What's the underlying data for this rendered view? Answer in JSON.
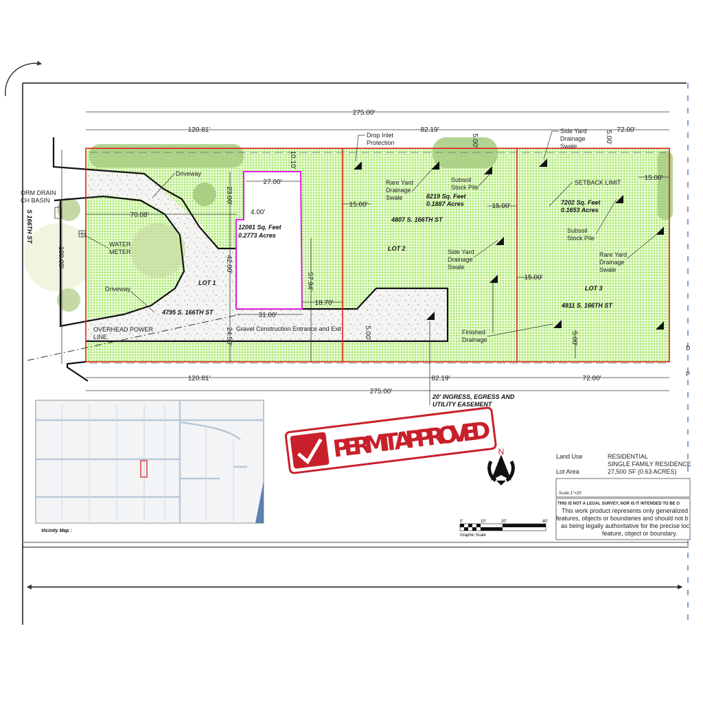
{
  "dimensions": {
    "total_top": "275.00'",
    "total_bottom": "275.00'",
    "lot1_width_top": "120.81'",
    "lot2_width_top": "82.19'",
    "lot3_width_top": "72.00'",
    "lot1_width_bottom": "120.81'",
    "lot2_width_bottom": "82.19'",
    "lot3_width_bottom": "72.00'",
    "depth": "100.00'",
    "driveway_offset": "70.08'",
    "house_width_top": "27.00'",
    "house_jog": "4.00'",
    "house_front_setback": "10.10'",
    "side_23": "23.00'",
    "side_42": "42.00'",
    "side_24": "24.50'",
    "house_depth": "57.94'",
    "house_side": "18.70'",
    "house_width_bottom": "31.00'",
    "lot2_left_setback": "15.00'",
    "lot2_right_setback": "15.00'",
    "lot2_top_setback": "5.00'",
    "lot3_left_setback": "15.00'",
    "lot3_right_setback": "15.00'",
    "lot3_top_setback": "5.00'",
    "lot3_bottom_setback": "5.00'",
    "gravel_setback": "5.00'"
  },
  "labels": {
    "storm_drain": "ORM DRAIN",
    "catch_basin": "CH BASIN",
    "street": "S 166TH ST",
    "water_meter_1": "WATER",
    "water_meter_2": "METER",
    "driveway_top": "Driveway",
    "driveway_bottom": "Driveway",
    "power_line_1": "OVERHEAD POWER",
    "power_line_2": "LINE",
    "gravel": "Gravel Construction Entrance and Exit",
    "drop_inlet_1": "Drop Inlet",
    "drop_inlet_2": "Protection",
    "rare_yard_1": [
      "Rare Yard",
      "Drainage",
      "Swale"
    ],
    "subsoil_1": [
      "Subsoil",
      "Stock Pile"
    ],
    "side_yard_2": [
      "Side Yard",
      "Drainage",
      "Swale"
    ],
    "finished": [
      "Finished",
      "Drainage"
    ],
    "side_yard_3": [
      "Side Yard",
      "Drainage",
      "Swale"
    ],
    "setback_limit": "SETBACK LIMIT",
    "subsoil_3": [
      "Subsoil",
      "Stock Pile"
    ],
    "rare_yard_3": [
      "Rare Yard",
      "Drainage",
      "Swale"
    ],
    "easement_1": "20' INGRESS, EGRESS AND",
    "easement_2": "UTILITY EASEMENT",
    "edge_d": "D",
    "edge_p": "P"
  },
  "lots": [
    {
      "name": "LOT 1",
      "address": "4795 S. 166TH ST",
      "area_sf": "12081 Sq. Feet",
      "area_ac": "0.2773 Acres"
    },
    {
      "name": "LOT 2",
      "address": "4807 S. 166TH ST",
      "area_sf": "8219 Sq. Feet",
      "area_ac": "0.1887 Acres"
    },
    {
      "name": "LOT 3",
      "address": "4811 S. 166TH ST",
      "area_sf": "7202 Sq. Feet",
      "area_ac": "0.1653 Acres"
    }
  ],
  "vicinity_map": {
    "label": "Vicinity Map :"
  },
  "stamp": {
    "text": "PERMIT APPROVED",
    "color": "#c8202a"
  },
  "compass": {
    "north": "N"
  },
  "graphic_scale": {
    "ticks": [
      "0'",
      "10'",
      "20'",
      "40'"
    ],
    "label": "Graphic Scale"
  },
  "info": {
    "land_use_label": "Land Use",
    "land_use_value_1": "RESIDENTIAL",
    "land_use_value_2": "SINGLE FAMILY RESIDENCE",
    "lot_area_label": "Lot Area",
    "lot_area_value": "27,500 SF (0.63 ACRES)",
    "scale": "Scale:1\"=20'"
  },
  "disclaimer": {
    "heading": "THIS IS NOT A LEGAL SURVEY, NOR IS IT INTENDED TO BE O",
    "line1": "This work product represents only generalized",
    "line2": "features, objects or boundaries and should not b",
    "line3": "as being legally authoritative for the precise loc",
    "line4": "feature, object or boundary."
  },
  "colors": {
    "lot_fill": "#c9f3a0",
    "boundary": "#e02020",
    "house": "#e020e0"
  }
}
